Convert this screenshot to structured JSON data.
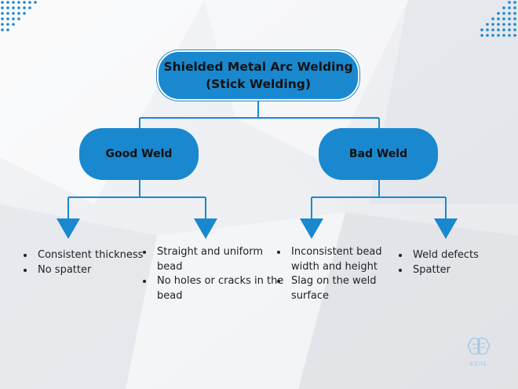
{
  "diagram": {
    "title_line1": "Shielded Metal Arc Welding",
    "title_line2": "(Stick Welding)",
    "branches": [
      {
        "label": "Good Weld"
      },
      {
        "label": "Bad Weld"
      }
    ],
    "lists": [
      [
        "Consistent thickness",
        "No spatter"
      ],
      [
        "Straight and uniform bead",
        "No holes or cracks in the bead"
      ],
      [
        "Inconsistent bead width and height",
        "Slag on the weld surface"
      ],
      [
        "Weld defects",
        "Spatter"
      ]
    ]
  },
  "logo": {
    "text": "EZIIL"
  },
  "colors": {
    "node": "#1a88cf",
    "connector": "#1a88cf",
    "text": "#111111",
    "accent_dots": "#1a88cf"
  }
}
